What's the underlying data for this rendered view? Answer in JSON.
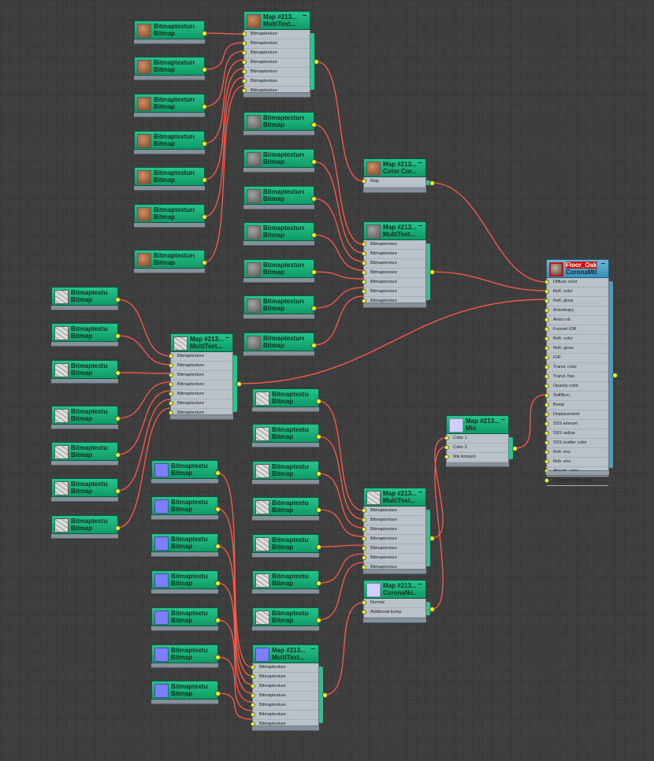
{
  "nodes": [
    {
      "title1": "Bitmaptexture",
      "title2": "Bitmap",
      "thumb": "brown",
      "icon": "bitmap-thumbnail-icon",
      "slots": []
    },
    {
      "title1": "Bitmaptexture",
      "title2": "Bitmap",
      "thumb": "brown",
      "icon": "bitmap-thumbnail-icon",
      "slots": []
    },
    {
      "title1": "Bitmaptexture",
      "title2": "Bitmap",
      "thumb": "brown",
      "icon": "bitmap-thumbnail-icon",
      "slots": []
    },
    {
      "title1": "Bitmaptexture",
      "title2": "Bitmap",
      "thumb": "brown",
      "icon": "bitmap-thumbnail-icon",
      "slots": []
    },
    {
      "title1": "Bitmaptexture",
      "title2": "Bitmap",
      "thumb": "brown",
      "icon": "bitmap-thumbnail-icon",
      "slots": []
    },
    {
      "title1": "Bitmaptexture",
      "title2": "Bitmap",
      "thumb": "brown",
      "icon": "bitmap-thumbnail-icon",
      "slots": []
    },
    {
      "title1": "Bitmaptexture",
      "title2": "Bitmap",
      "thumb": "brown",
      "icon": "bitmap-thumbnail-icon",
      "slots": []
    },
    {
      "title1": "Map #213...",
      "title2": "MultiText...",
      "thumb": "brown",
      "icon": "multitexture-thumbnail-icon",
      "slots": [
        "Bitmaptexture",
        "Bitmaptexture",
        "Bitmaptexture",
        "Bitmaptexture",
        "Bitmaptexture",
        "Bitmaptexture",
        "Bitmaptexture"
      ]
    },
    {
      "title1": "Bitmaptexture",
      "title2": "Bitmap",
      "thumb": "gray",
      "icon": "bitmap-thumbnail-icon",
      "slots": []
    },
    {
      "title1": "Bitmaptexture",
      "title2": "Bitmap",
      "thumb": "gray",
      "icon": "bitmap-thumbnail-icon",
      "slots": []
    },
    {
      "title1": "Bitmaptexture",
      "title2": "Bitmap",
      "thumb": "gray",
      "icon": "bitmap-thumbnail-icon",
      "slots": []
    },
    {
      "title1": "Bitmaptexture",
      "title2": "Bitmap",
      "thumb": "gray",
      "icon": "bitmap-thumbnail-icon",
      "slots": []
    },
    {
      "title1": "Bitmaptexture",
      "title2": "Bitmap",
      "thumb": "gray",
      "icon": "bitmap-thumbnail-icon",
      "slots": []
    },
    {
      "title1": "Bitmaptexture",
      "title2": "Bitmap",
      "thumb": "gray",
      "icon": "bitmap-thumbnail-icon",
      "slots": []
    },
    {
      "title1": "Bitmaptexture",
      "title2": "Bitmap",
      "thumb": "gray",
      "icon": "bitmap-thumbnail-icon",
      "slots": []
    },
    {
      "title1": "Map #213...",
      "title2": "Color Cor...",
      "thumb": "brown",
      "icon": "color-correction-thumbnail-icon",
      "slots": [
        "Map"
      ]
    },
    {
      "title1": "Map #213...",
      "title2": "MultiText...",
      "thumb": "gray",
      "icon": "multitexture-thumbnail-icon",
      "slots": [
        "Bitmaptexture",
        "Bitmaptexture",
        "Bitmaptexture",
        "Bitmaptexture",
        "Bitmaptexture",
        "Bitmaptexture",
        "Bitmaptexture"
      ]
    },
    {
      "title1": "Floor_Oak",
      "title2": "CoronaMtl",
      "thumb": "mat",
      "icon": "material-thumbnail-icon",
      "slots": [
        "Diffuse color",
        "Refl. color",
        "Refl. gloss",
        "Anisotropy",
        "Aniso rot.",
        "Fresnel IOR",
        "Refr. color",
        "Refr. gloss",
        "IOR",
        "Transl. color",
        "Transl. frac.",
        "Opacity color",
        "Selfillum.",
        "Bump",
        "Displacement",
        "SSS amount",
        "SSS radius",
        "SSS scatter color",
        "Refl. env.",
        "Refr. env.",
        "Absorb. color",
        "Volume scatter color"
      ]
    },
    {
      "title1": "Bitmaptexture",
      "title2": "Bitmap",
      "thumb": "marble",
      "icon": "bitmap-thumbnail-icon",
      "slots": []
    },
    {
      "title1": "Bitmaptexture",
      "title2": "Bitmap",
      "thumb": "marble",
      "icon": "bitmap-thumbnail-icon",
      "slots": []
    },
    {
      "title1": "Bitmaptexture",
      "title2": "Bitmap",
      "thumb": "marble",
      "icon": "bitmap-thumbnail-icon",
      "slots": []
    },
    {
      "title1": "Bitmaptexture",
      "title2": "Bitmap",
      "thumb": "marble",
      "icon": "bitmap-thumbnail-icon",
      "slots": []
    },
    {
      "title1": "Bitmaptexture",
      "title2": "Bitmap",
      "thumb": "marble",
      "icon": "bitmap-thumbnail-icon",
      "slots": []
    },
    {
      "title1": "Bitmaptexture",
      "title2": "Bitmap",
      "thumb": "marble",
      "icon": "bitmap-thumbnail-icon",
      "slots": []
    },
    {
      "title1": "Bitmaptexture",
      "title2": "Bitmap",
      "thumb": "marble",
      "icon": "bitmap-thumbnail-icon",
      "slots": []
    },
    {
      "title1": "Map #213...",
      "title2": "MultiText...",
      "thumb": "marble",
      "icon": "multitexture-thumbnail-icon",
      "slots": [
        "Bitmaptexture",
        "Bitmaptexture",
        "Bitmaptexture",
        "Bitmaptexture",
        "Bitmaptexture",
        "Bitmaptexture",
        "Bitmaptexture"
      ]
    },
    {
      "title1": "Bitmaptexture",
      "title2": "Bitmap",
      "thumb": "marble",
      "icon": "bitmap-thumbnail-icon",
      "slots": []
    },
    {
      "title1": "Bitmaptexture",
      "title2": "Bitmap",
      "thumb": "marble",
      "icon": "bitmap-thumbnail-icon",
      "slots": []
    },
    {
      "title1": "Bitmaptexture",
      "title2": "Bitmap",
      "thumb": "marble",
      "icon": "bitmap-thumbnail-icon",
      "slots": []
    },
    {
      "title1": "Bitmaptexture",
      "title2": "Bitmap",
      "thumb": "marble",
      "icon": "bitmap-thumbnail-icon",
      "slots": []
    },
    {
      "title1": "Bitmaptexture",
      "title2": "Bitmap",
      "thumb": "marble",
      "icon": "bitmap-thumbnail-icon",
      "slots": []
    },
    {
      "title1": "Bitmaptexture",
      "title2": "Bitmap",
      "thumb": "marble",
      "icon": "bitmap-thumbnail-icon",
      "slots": []
    },
    {
      "title1": "Bitmaptexture",
      "title2": "Bitmap",
      "thumb": "marble",
      "icon": "bitmap-thumbnail-icon",
      "slots": []
    },
    {
      "title1": "Map #213...",
      "title2": "MultiText...",
      "thumb": "marble",
      "icon": "multitexture-thumbnail-icon",
      "slots": [
        "Bitmaptexture",
        "Bitmaptexture",
        "Bitmaptexture",
        "Bitmaptexture",
        "Bitmaptexture",
        "Bitmaptexture",
        "Bitmaptexture"
      ]
    },
    {
      "title1": "Map #213...",
      "title2": "Mix",
      "thumb": "light",
      "icon": "mix-thumbnail-icon",
      "slots": [
        "Color 1",
        "Color 2",
        "Mix Amount"
      ]
    },
    {
      "title1": "Map #213...",
      "title2": "CoronaNo...",
      "thumb": "light",
      "icon": "normal-map-thumbnail-icon",
      "slots": [
        "Normal",
        "Additional bump"
      ]
    },
    {
      "title1": "Bitmaptexture",
      "title2": "Bitmap",
      "thumb": "blue",
      "icon": "bitmap-thumbnail-icon",
      "slots": []
    },
    {
      "title1": "Bitmaptexture",
      "title2": "Bitmap",
      "thumb": "blue",
      "icon": "bitmap-thumbnail-icon",
      "slots": []
    },
    {
      "title1": "Bitmaptexture",
      "title2": "Bitmap",
      "thumb": "blue",
      "icon": "bitmap-thumbnail-icon",
      "slots": []
    },
    {
      "title1": "Bitmaptexture",
      "title2": "Bitmap",
      "thumb": "blue",
      "icon": "bitmap-thumbnail-icon",
      "slots": []
    },
    {
      "title1": "Bitmaptexture",
      "title2": "Bitmap",
      "thumb": "blue",
      "icon": "bitmap-thumbnail-icon",
      "slots": []
    },
    {
      "title1": "Bitmaptexture",
      "title2": "Bitmap",
      "thumb": "blue",
      "icon": "bitmap-thumbnail-icon",
      "slots": []
    },
    {
      "title1": "Bitmaptexture",
      "title2": "Bitmap",
      "thumb": "blue",
      "icon": "bitmap-thumbnail-icon",
      "slots": []
    },
    {
      "title1": "Map #213...",
      "title2": "MultiText...",
      "thumb": "blue",
      "icon": "multitexture-thumbnail-icon",
      "slots": [
        "Bitmaptexture",
        "Bitmaptexture",
        "Bitmaptexture",
        "Bitmaptexture",
        "Bitmaptexture",
        "Bitmaptexture",
        "Bitmaptexture"
      ]
    }
  ],
  "colors": {
    "background": "#3f3f3f",
    "wire": "#ff5a4a",
    "port_connected": "#e9ff13",
    "map_header": "#1fb07c",
    "material_header": "#4fa3cf"
  }
}
